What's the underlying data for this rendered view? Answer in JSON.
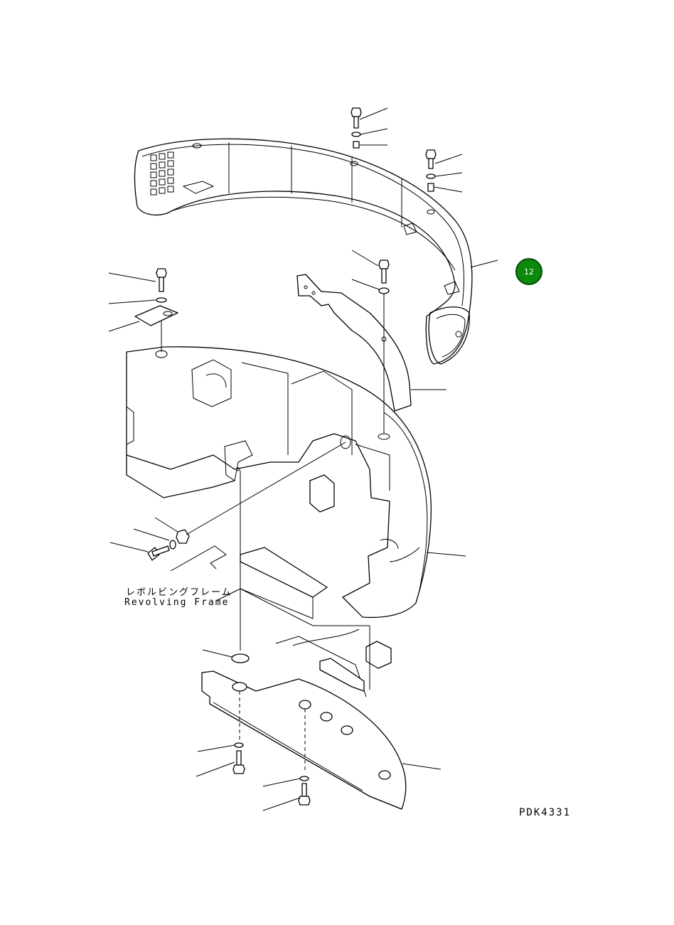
{
  "diagram": {
    "callout_badge": "12",
    "frame_label_jp": "レボルビングフレーム",
    "frame_label_en": "Revolving Frame",
    "drawing_code": "PDK4331"
  }
}
